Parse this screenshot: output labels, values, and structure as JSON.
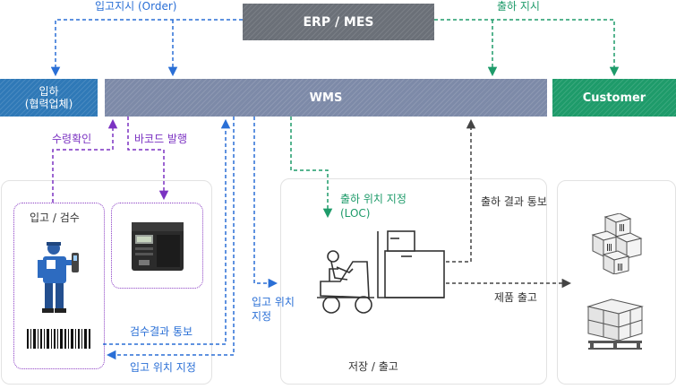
{
  "top_bar": {
    "label": "ERP / MES"
  },
  "flow_labels": {
    "order": "입고지시 (Order)",
    "ship_order": "출하 지시",
    "receipt_confirm": "수령확인",
    "barcode_issue": "바코드 발행",
    "ship_loc": "출하 위치 지정",
    "ship_loc_code": "(LOC)",
    "ship_result": "출하 결과 통보",
    "inbound_loc": "입고 위치",
    "inbound_loc_2": "지정",
    "product_out": "제품 출고",
    "inspect_result": "검수결과 통보",
    "inbound_loc_assign": "입고 위치 지정"
  },
  "inbound_box": {
    "line1": "입하",
    "line2": "(협력업체)"
  },
  "wms_bar": {
    "label": "WMS"
  },
  "customer_box": {
    "label": "Customer"
  },
  "inspection_panel": {
    "title": "입고 / 검수"
  },
  "storage_panel": {
    "title": "저장 / 출고"
  },
  "colors": {
    "erp": "#6b7078",
    "wms": "#7d8aa8",
    "inbound": "#2f79b7",
    "customer": "#1e9b6a",
    "blue_flow": "#2a6fd6",
    "green_flow": "#1e9b6a",
    "purple_flow": "#7b32c2",
    "dark_flow": "#444444"
  },
  "icons": [
    "worker-scanner-icon",
    "barcode-icon",
    "label-printer-icon",
    "forklift-icon",
    "boxes-stack-icon",
    "pallet-boxes-icon"
  ]
}
